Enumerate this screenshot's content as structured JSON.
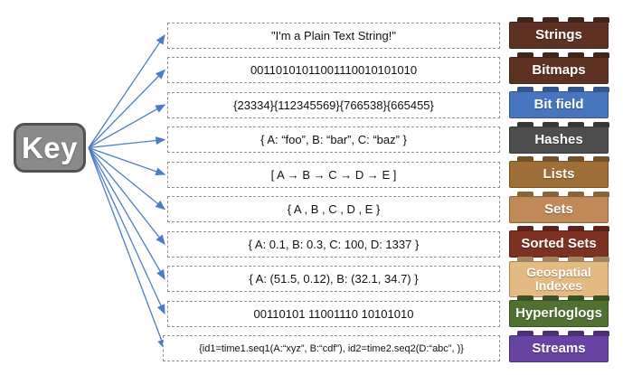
{
  "key": {
    "label": "Key"
  },
  "rows": [
    {
      "id": "strings",
      "value": "\"I'm a Plain Text String!\"",
      "label": "Strings",
      "color": "#5d3222"
    },
    {
      "id": "bitmaps",
      "value": "00110101011001110010101010",
      "label": "Bitmaps",
      "color": "#5d3222"
    },
    {
      "id": "bit-field",
      "value": "{23334}{112345569}{766538}{665455}",
      "label": "Bit field",
      "color": "#4776be"
    },
    {
      "id": "hashes",
      "value": "{ A: “foo”, B: “bar”, C: “baz”  }",
      "label": "Hashes",
      "color": "#4d4d4d"
    },
    {
      "id": "lists",
      "value": "[ A → B → C → D → E ]",
      "label": "Lists",
      "color": "#a06f38"
    },
    {
      "id": "sets",
      "value": "{ A , B , C , D , E }",
      "label": "Sets",
      "color": "#c08a58"
    },
    {
      "id": "sorted-sets",
      "value": "{ A: 0.1, B: 0.3, C: 100, D: 1337 }",
      "label": "Sorted Sets",
      "color": "#7c3123"
    },
    {
      "id": "geospatial-indexes",
      "value": "{ A: (51.5, 0.12), B: (32.1, 34.7)  }",
      "label": "Geospatial Indexes",
      "color": "#e4ba83"
    },
    {
      "id": "hyperloglogs",
      "value": "00110101 11001110 10101010",
      "label": "Hyperloglogs",
      "color": "#4f7230"
    },
    {
      "id": "streams",
      "value": "{id1=time1.seq1(A:“xyz”, B:“cdf”), id2=time2.seq2(D:“abc”, )}",
      "label": "Streams",
      "color": "#6744a3"
    }
  ],
  "colors": {
    "arrow": "#4d7cc7",
    "key_fill": "#8a8a8a",
    "key_border": "#525252",
    "dashed_border": "#8f8f8f"
  }
}
